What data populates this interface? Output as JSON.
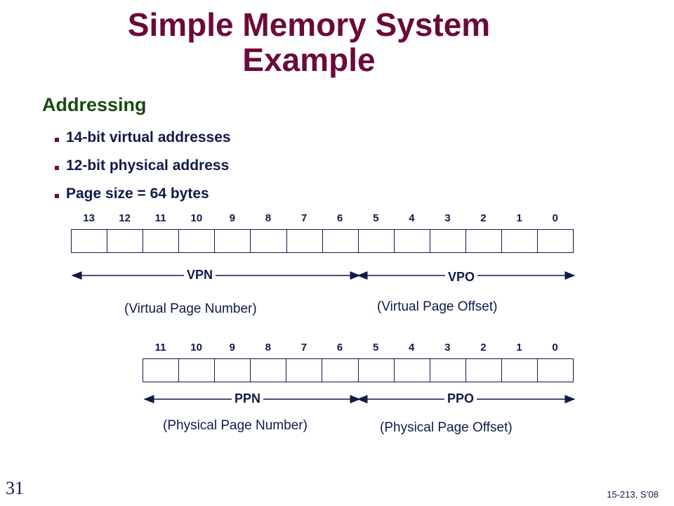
{
  "slide": {
    "title": "Simple Memory System Example",
    "heading": "Addressing",
    "bullets": [
      "14-bit virtual addresses",
      "12-bit physical address",
      "Page size = 64 bytes"
    ],
    "slide_number": "31",
    "course": "15-213, S’08"
  },
  "virtual": {
    "bits": [
      "13",
      "12",
      "11",
      "10",
      "9",
      "8",
      "7",
      "6",
      "5",
      "4",
      "3",
      "2",
      "1",
      "0"
    ],
    "field_high": "VPN",
    "field_high_desc": "(Virtual Page Number)",
    "field_low": "VPO",
    "field_low_desc": "(Virtual Page Offset)"
  },
  "physical": {
    "bits": [
      "11",
      "10",
      "9",
      "8",
      "7",
      "6",
      "5",
      "4",
      "3",
      "2",
      "1",
      "0"
    ],
    "field_high": "PPN",
    "field_high_desc": "(Physical Page Number)",
    "field_low": "PPO",
    "field_low_desc": "(Physical Page Offset)"
  },
  "colors": {
    "title": "#6b0a3a",
    "heading": "#1a4a12",
    "text": "#0f1a4a"
  }
}
